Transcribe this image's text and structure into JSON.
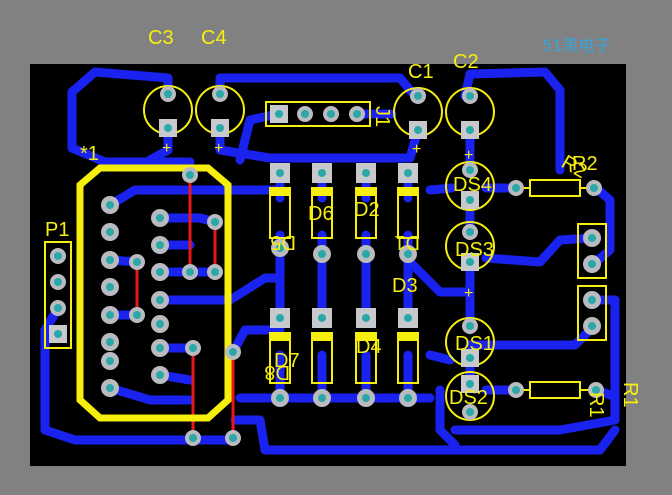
{
  "watermark": "51黑电子",
  "labels": {
    "c3": "C3",
    "c4": "C4",
    "c1": "C1",
    "c2": "C2",
    "j1": "J1",
    "u1": "*1",
    "p1": "P1",
    "r2": "R2",
    "r2b": "R2",
    "r1": "R1",
    "r1b": "R1",
    "ds4": "DS4",
    "ds3": "DS3",
    "ds1": "DS1",
    "ds2": "DS2",
    "d5": "D5",
    "d6": "D6",
    "d2": "D2",
    "d1": "D1",
    "d3": "D3",
    "d7": "D7",
    "d8": "D8",
    "d4": "D4",
    "plus": "+"
  },
  "colors": {
    "background": "#818181",
    "board": "#000000",
    "copper": "#1a22f0",
    "silkscreen": "#f6ef0e",
    "bottom_trace": "#e81818",
    "watermark": "#3ba3d8"
  }
}
